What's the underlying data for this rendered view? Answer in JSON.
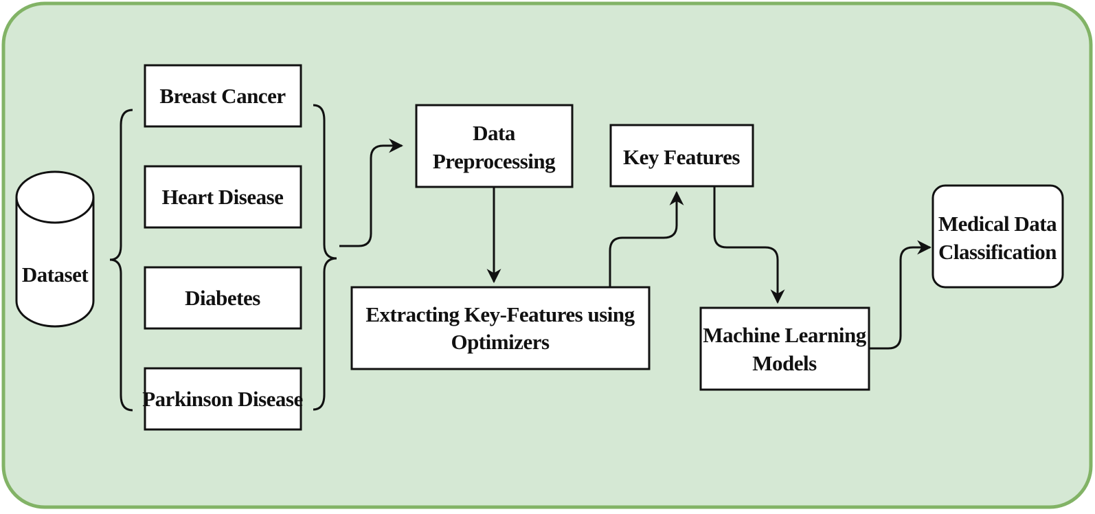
{
  "colors": {
    "panel_fill": "#d5e8d4",
    "panel_stroke": "#82b366",
    "box_fill": "#ffffff",
    "ink": "#111111"
  },
  "dataset": {
    "label": "Dataset"
  },
  "diseases": [
    {
      "label": "Breast Cancer"
    },
    {
      "label": "Heart Disease"
    },
    {
      "label": "Diabetes"
    },
    {
      "label": "Parkinson Disease"
    }
  ],
  "steps": {
    "preprocessing": {
      "line1": "Data",
      "line2": "Preprocessing"
    },
    "extracting": {
      "line1": "Extracting Key-Features using",
      "line2": "Optimizers"
    },
    "key_features": {
      "label": "Key Features"
    },
    "ml_models": {
      "line1": "Machine Learning",
      "line2": "Models"
    },
    "classification": {
      "line1": "Medical Data",
      "line2": "Classification"
    }
  }
}
